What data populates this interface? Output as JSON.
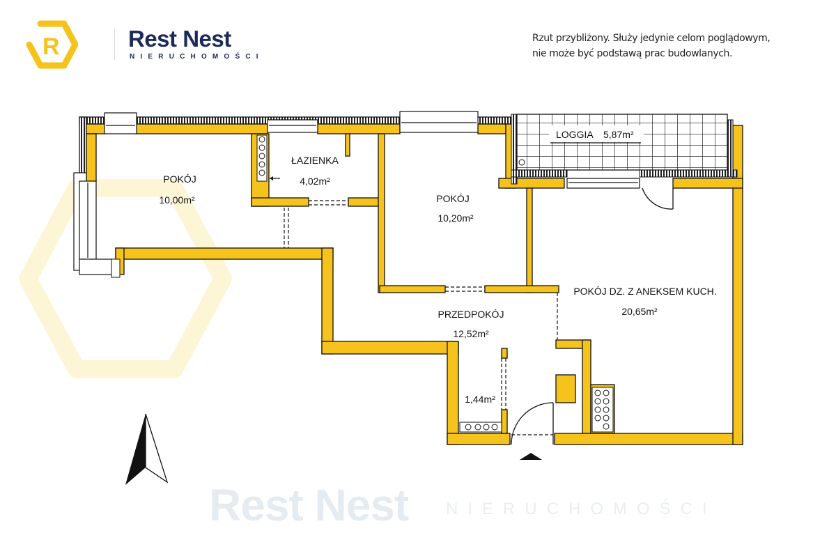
{
  "header": {
    "brand_name": "Rest Nest",
    "brand_subtitle": "NIERUCHOMOŚCI",
    "logo_letter": "R",
    "disclaimer_line1": "Rzut przybliżony. Służy jedynie celom poglądowym,",
    "disclaimer_line2": "nie może być podstawą prac budowlanych."
  },
  "watermark": {
    "main": "Rest Nest",
    "sub": "NIERUCHOMOŚCI"
  },
  "colors": {
    "wall": "#f6c21c",
    "brand": "#1b2a5c",
    "logo_yellow": "#f6c21c",
    "watermark": "#e5ecf1"
  },
  "rooms": [
    {
      "name": "POKÓJ",
      "area": "10,00m²"
    },
    {
      "name": "ŁAZIENKA",
      "area": "4,02m²"
    },
    {
      "name": "POKÓJ",
      "area": "10,20m²"
    },
    {
      "name": "LOGGIA",
      "area": "5,87m²"
    },
    {
      "name": "POKÓJ DZ. Z ANEKSEM KUCH.",
      "area": "20,65m²"
    },
    {
      "name": "PRZEDPOKÓJ",
      "area": "12,52m²"
    },
    {
      "name": "",
      "area": "1,44m²"
    }
  ],
  "symbols": {
    "north_arrow": "north-arrow-icon",
    "entrance": "entrance-arrow-icon"
  }
}
